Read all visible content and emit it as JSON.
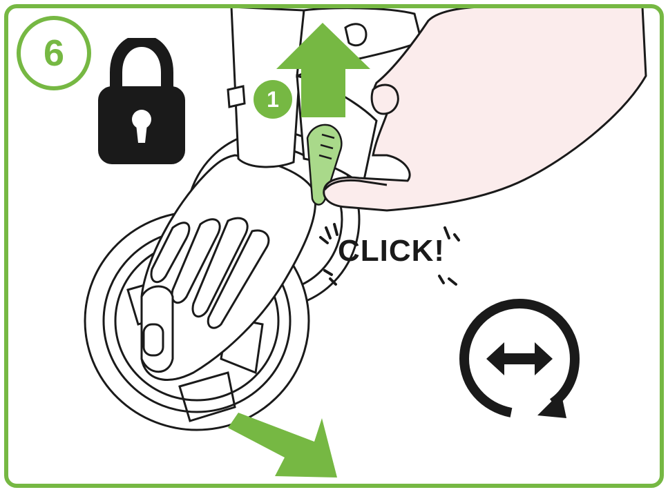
{
  "step": {
    "number": "6"
  },
  "substep": {
    "number": "1"
  },
  "sound_effect": {
    "text": "CLICK!"
  },
  "icons": {
    "status": "lock-icon",
    "result": "swivel-rotate-icon",
    "up_arrow": "arrow-up-icon",
    "down_right_arrow": "arrow-down-right-icon"
  },
  "colors": {
    "accent": "#76b843",
    "accent_light": "#a9d98a",
    "ink": "#1a1a1a",
    "skin": "#fbecec",
    "background": "#ffffff"
  }
}
